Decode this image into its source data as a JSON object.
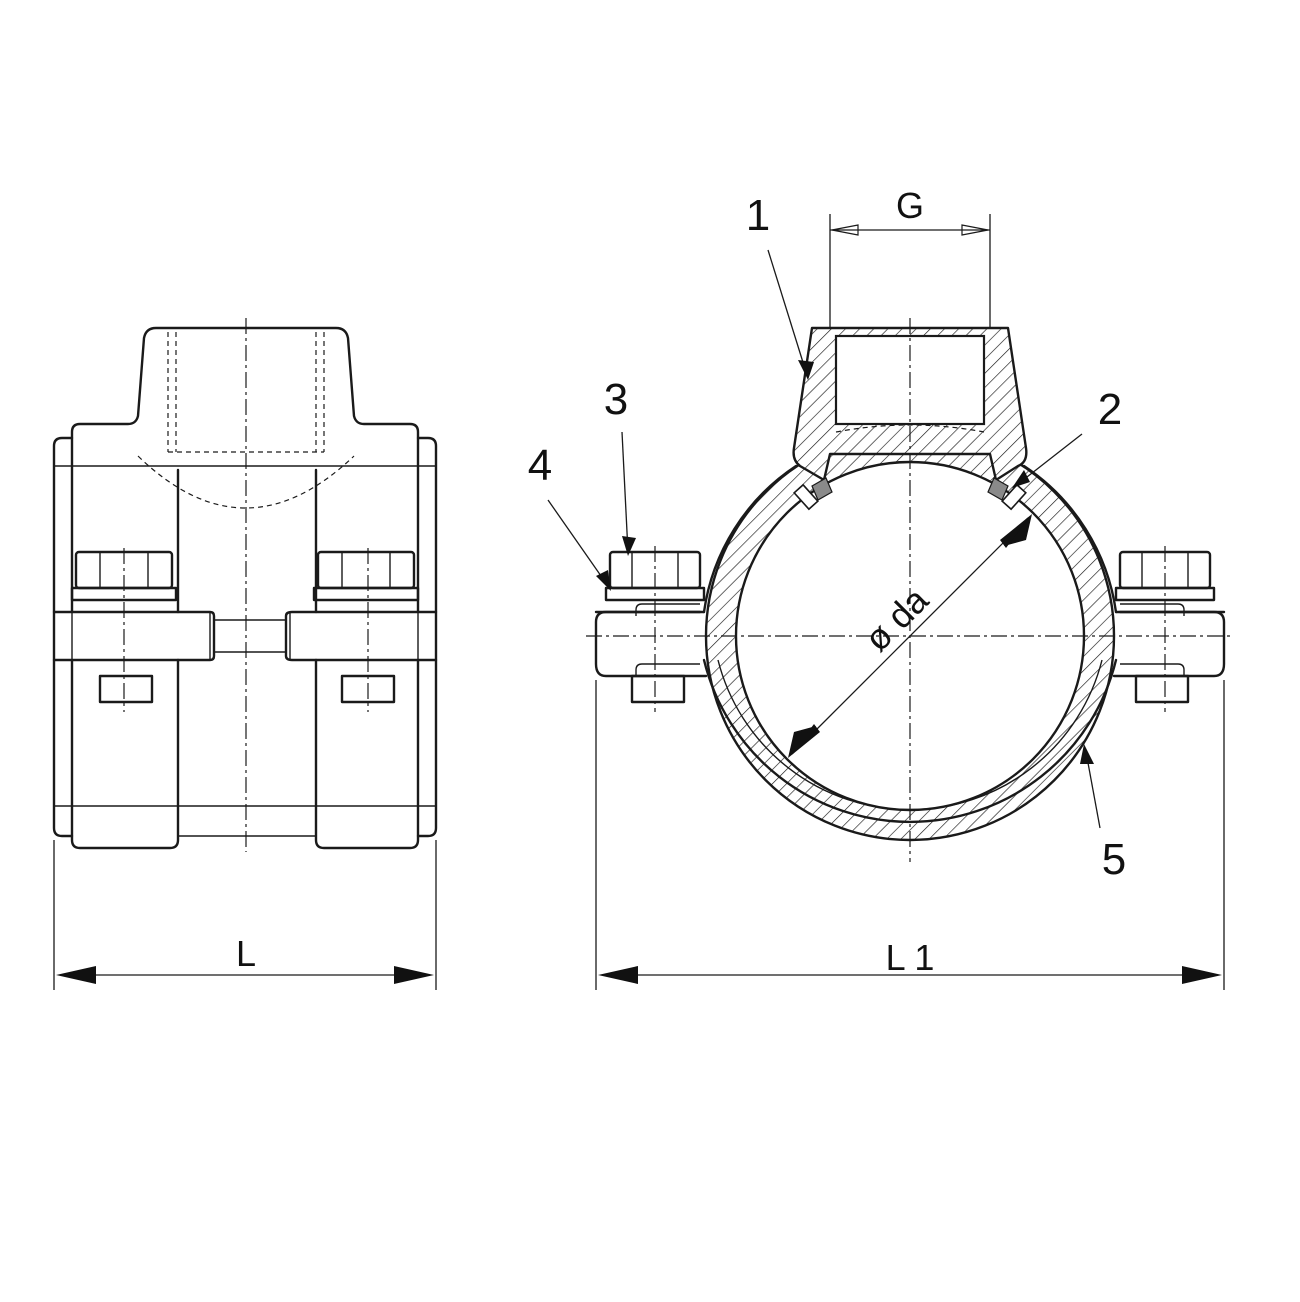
{
  "callouts": [
    "1",
    "2",
    "3",
    "4",
    "5"
  ],
  "dimensions": {
    "width_side": "L",
    "width_front": "L 1",
    "thread": "G",
    "pipe_diameter": "ø da"
  }
}
